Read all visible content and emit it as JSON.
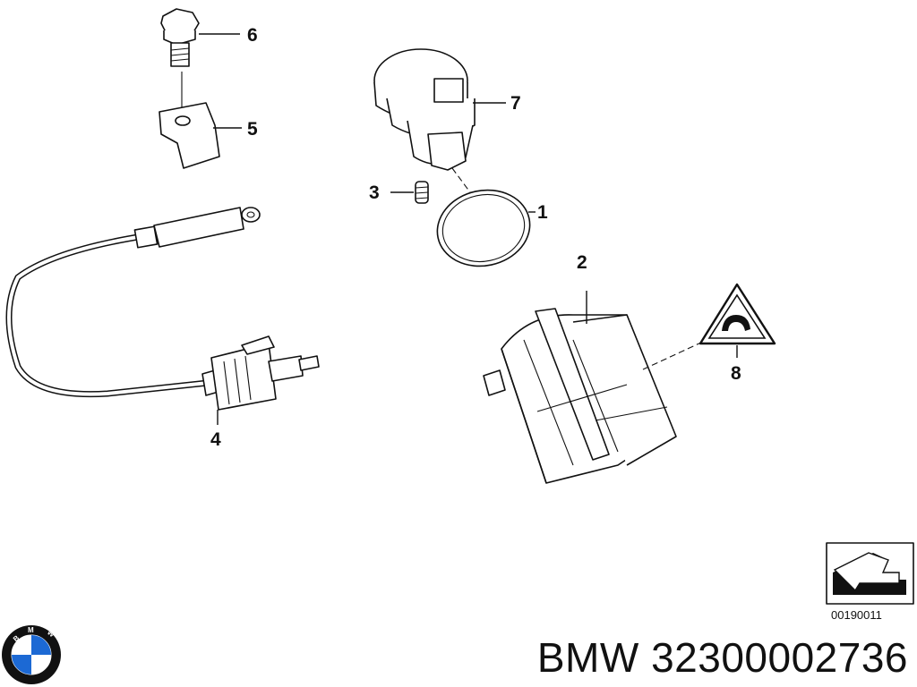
{
  "callouts": {
    "p1": "1",
    "p2": "2",
    "p3": "3",
    "p4": "4",
    "p5": "5",
    "p6": "6",
    "p7": "7",
    "p8": "8"
  },
  "drawing_number": "00190011",
  "caption": {
    "brand": "BMW",
    "part_number": "32300002736"
  },
  "logo": {
    "text": "BMW",
    "colors": {
      "blue": "#1c69d4",
      "white": "#ffffff",
      "ring": "#111111"
    }
  },
  "icons": {
    "part8": "warning-triangle-icon",
    "view": "arrow-view-icon"
  }
}
